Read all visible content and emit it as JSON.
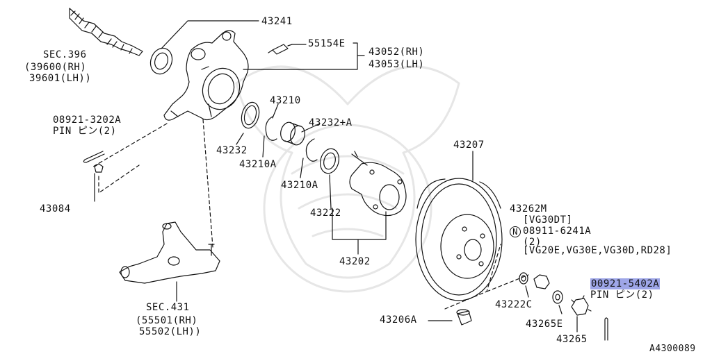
{
  "diagram": {
    "ref_code": "A4300089",
    "labels": {
      "p43241": "43241",
      "p55154e": "55154E",
      "p43052": "43052(RH)",
      "p43053": "43053(LH)",
      "sec396": "SEC.396",
      "p39600": "(39600(RH)",
      "p39601": "39601(LH))",
      "p43210": "43210",
      "p43232a": "43232+A",
      "p08921_pn": "08921-3202A",
      "p08921_desc": "PIN ピン(2)",
      "p43232": "43232",
      "p43210a_1": "43210A",
      "p43210a_2": "43210A",
      "p43207": "43207",
      "p43084": "43084",
      "p43222": "43222",
      "p43262m": "43262M",
      "vg30dt": "[VG30DT]",
      "n_mark": "N",
      "p08911": "08911-6241A",
      "qty2": "(2)",
      "engines": "[VG20E,VG30E,VG30D,RD28]",
      "p43202": "43202",
      "sec431": "SEC.431",
      "p55501": "(55501(RH)",
      "p55502": "55502(LH))",
      "p00921_pn": "00921-5402A",
      "p00921_desc": "PIN ピン(2)",
      "p43222c": "43222C",
      "p43265e": "43265E",
      "p43206a": "43206A",
      "p43265": "43265"
    },
    "highlight_color": "#9ea6e8"
  }
}
